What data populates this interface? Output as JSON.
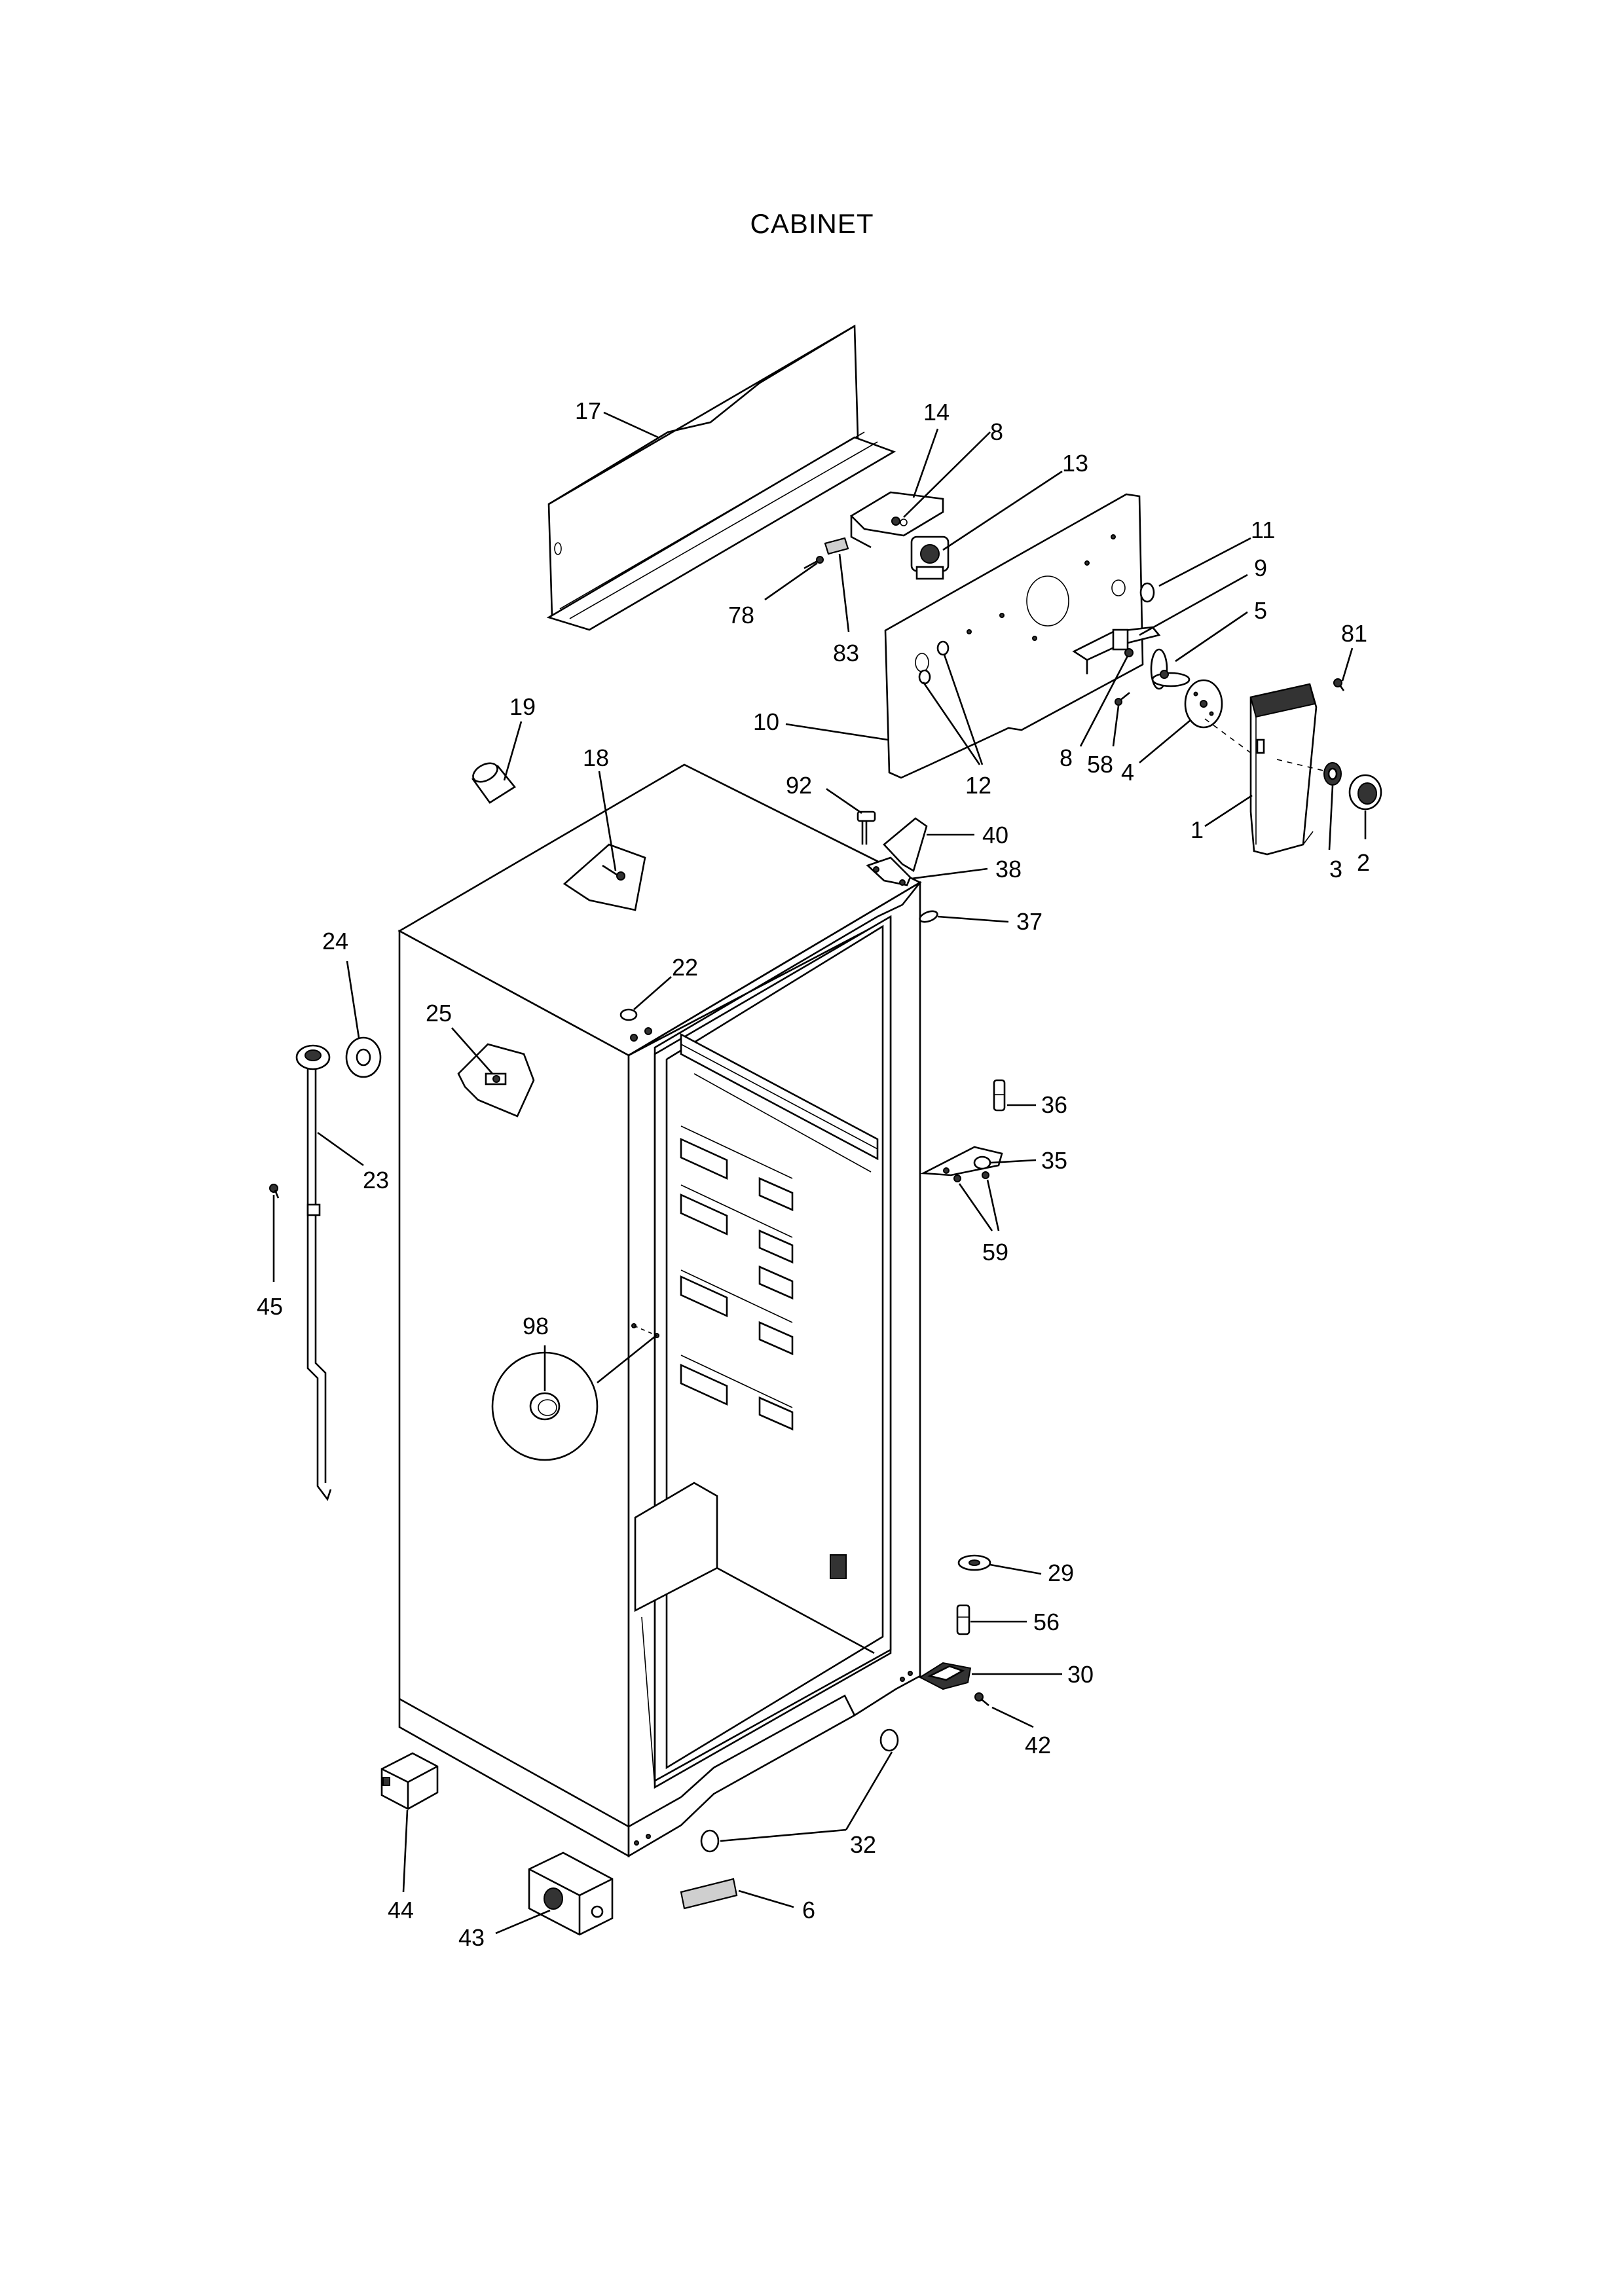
{
  "title": "CABINET",
  "callouts": [
    "17",
    "14",
    "8",
    "13",
    "11",
    "9",
    "5",
    "81",
    "78",
    "83",
    "10",
    "12",
    "8",
    "58",
    "4",
    "1",
    "3",
    "2",
    "19",
    "18",
    "92",
    "40",
    "38",
    "37",
    "24",
    "22",
    "25",
    "23",
    "45",
    "36",
    "35",
    "59",
    "98",
    "29",
    "56",
    "30",
    "42",
    "32",
    "44",
    "43",
    "6"
  ]
}
